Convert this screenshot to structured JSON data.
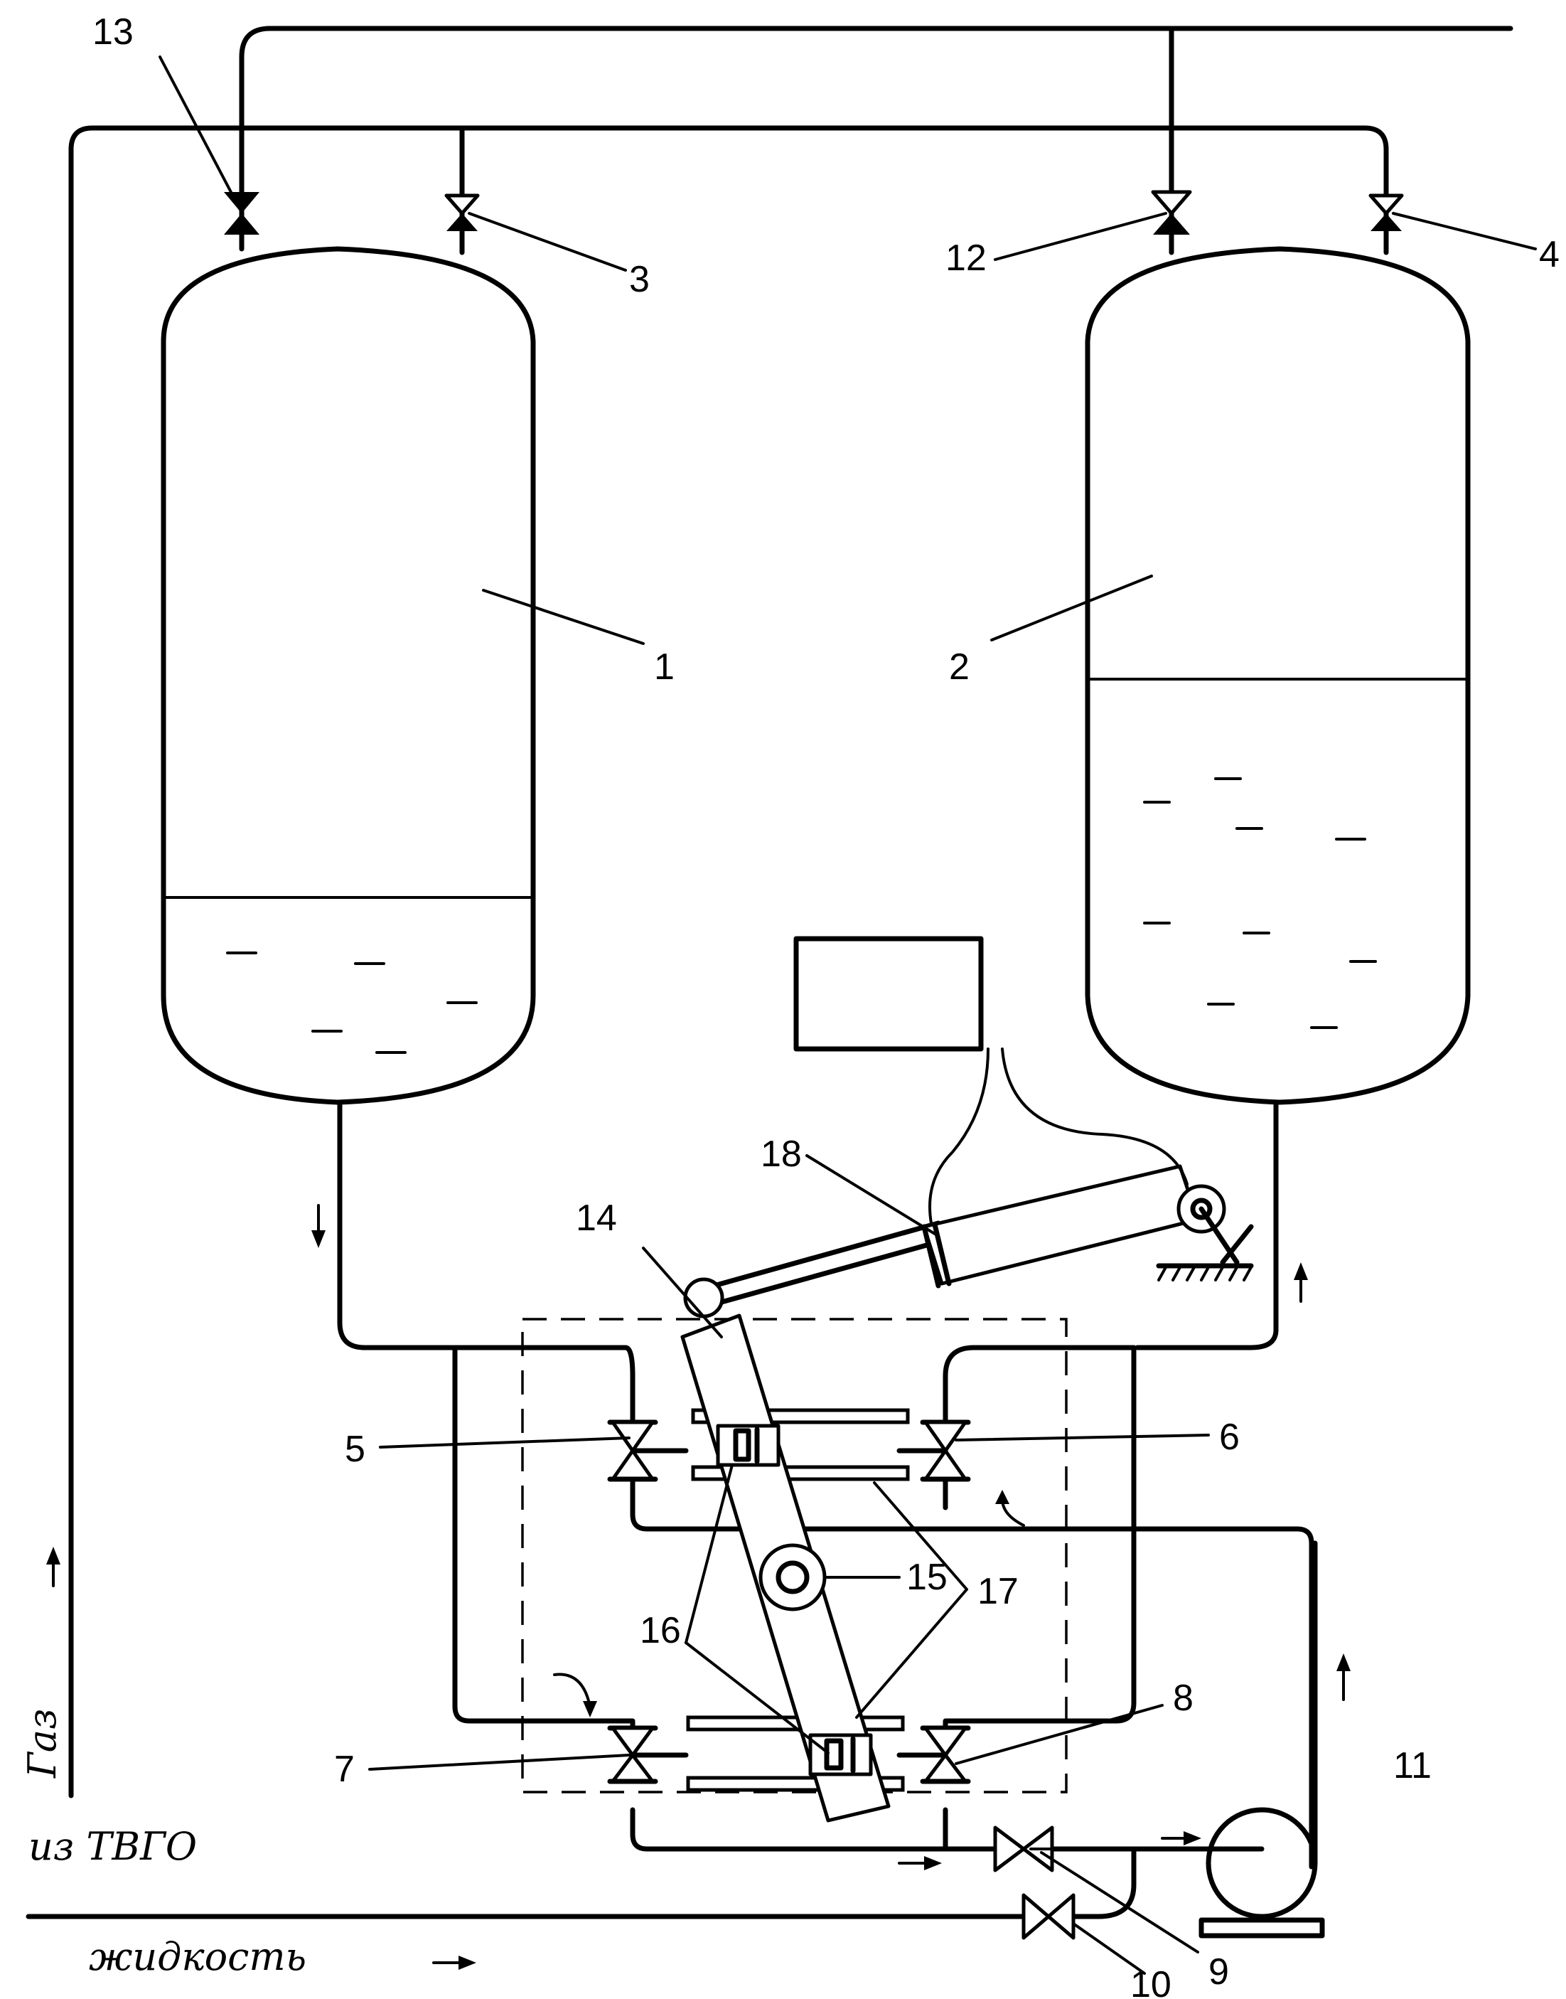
{
  "labels": {
    "n1": "1",
    "n2": "2",
    "n3": "3",
    "n4": "4",
    "n5": "5",
    "n6": "6",
    "n7": "7",
    "n8": "8",
    "n9": "9",
    "n10": "10",
    "n11": "11",
    "n12": "12",
    "n13": "13",
    "n14": "14",
    "n15": "15",
    "n16": "16",
    "n17": "17",
    "n18": "18"
  },
  "annotations": {
    "gas": "Газ",
    "from": "из ТВГО",
    "liquid": "жидкость"
  }
}
